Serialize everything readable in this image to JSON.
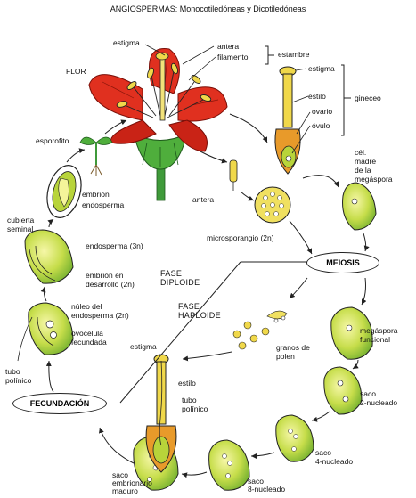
{
  "title": "ANGIOSPERMAS: Monocotiledóneas y Dicotiledóneas",
  "labels": {
    "estigma_top": "estigma",
    "antera_top": "antera",
    "filamento": "filamento",
    "estambre": "estambre",
    "flor": "FLOR",
    "estigma_r": "estigma",
    "estilo_r": "estilo",
    "ovario": "ovario",
    "ovulo": "óvulo",
    "gineceo": "gineceo",
    "esporofito": "esporofito",
    "cel_madre_1": "cél.",
    "cel_madre_2": "madre",
    "cel_madre_3": "de la",
    "cel_madre_4": "megáspora",
    "embrion": "embrión",
    "endosperma": "endosperma",
    "cubierta_1": "cubierta",
    "cubierta_2": "seminal",
    "antera_mid": "antera",
    "microsporangio": "microsporangio (2n)",
    "endosperma_3n": "endosperma (3n)",
    "meiosis": "MEIOSIS",
    "embrion_des_1": "embrión en",
    "embrion_des_2": "desarrollo (2n)",
    "fase_diploide_1": "FASE",
    "fase_diploide_2": "DIPLOIDE",
    "nucleo_1": "núleo del",
    "nucleo_2": "endosperma (2n)",
    "fase_haploide_1": "FASE",
    "fase_haploide_2": "HAPLOIDE",
    "megaspora_1": "megáspora",
    "megaspora_2": "funcional",
    "ovocelula_1": "ovocélula",
    "ovocelula_2": "fecundada",
    "estigma_low": "estigma",
    "granos_1": "granos de",
    "granos_2": "polen",
    "tubo_1": "tubo",
    "tubo_2": "polínico",
    "estilo_low": "estilo",
    "tubo_mid_1": "tubo",
    "tubo_mid_2": "polínico",
    "saco2_1": "saco",
    "saco2_2": "2-nucleado",
    "fecundacion": "FECUNDACIÓN",
    "saco4_1": "saco",
    "saco4_2": "4-nucleado",
    "saco_emb_1": "saco",
    "saco_emb_2": "embrionario",
    "saco_emb_3": "maduro",
    "saco8_1": "saco",
    "saco8_2": "8-nucleado"
  },
  "colors": {
    "petal": "#e0301f",
    "anther": "#f0d84a",
    "ovule_green": "#b8d43a",
    "ovule_light": "#e9f07a",
    "ovary_orange": "#e89a2a",
    "stem_green": "#3f9a3a"
  }
}
